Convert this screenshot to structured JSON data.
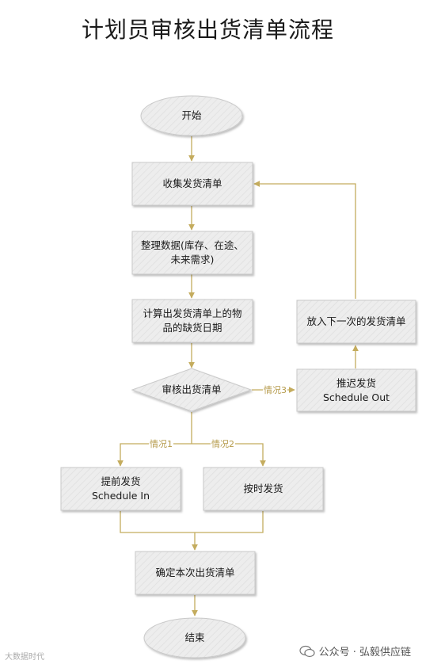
{
  "title": "计划员审核出货清单流程",
  "nodes": {
    "start": "开始",
    "collect": "收集发货清单",
    "organize": "整理数据(库存、在途、\n未来需求)",
    "calculate": "计算出发货清单上的物\n品的缺货日期",
    "review": "审核出货清单",
    "postpone": "推迟发货\nSchedule Out",
    "next_list": "放入下一次的发货清单",
    "advance": "提前发货\nSchedule In",
    "on_time": "按时发货",
    "confirm": "确定本次出货清单",
    "end": "结束"
  },
  "edge_labels": {
    "case1": "情况1",
    "case2": "情况2",
    "case3": "情况3"
  },
  "watermark": {
    "right": "公众号 · 弘毅供应链",
    "left": "大数据时代"
  },
  "colors": {
    "arrow": "#c4ac5e",
    "node_fill": "#ececec",
    "node_stroke": "#c9c9c9"
  }
}
